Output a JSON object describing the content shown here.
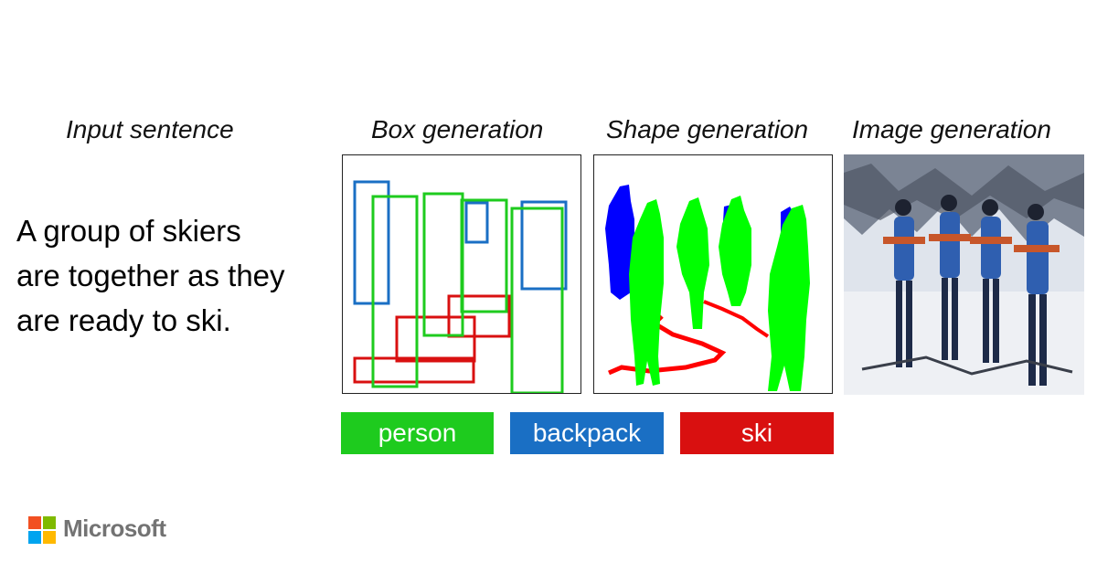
{
  "headings": {
    "input": "Input sentence",
    "box": "Box generation",
    "shape": "Shape generation",
    "image": "Image generation"
  },
  "sentence": {
    "line1": "A group of skiers",
    "line2": "are together as they",
    "line3": "are ready to ski."
  },
  "legend": {
    "person": "person",
    "backpack": "backpack",
    "ski": "ski"
  },
  "colors": {
    "person": "#1ecb1e",
    "backpack": "#1a6fc4",
    "ski": "#d91010",
    "person_mask": "#00ff00",
    "backpack_mask": "#0000ff",
    "ski_mask": "#ff0000"
  },
  "brand": {
    "name": "Microsoft",
    "logo_colors": [
      "#f25022",
      "#7fba00",
      "#00a4ef",
      "#ffb900"
    ]
  }
}
